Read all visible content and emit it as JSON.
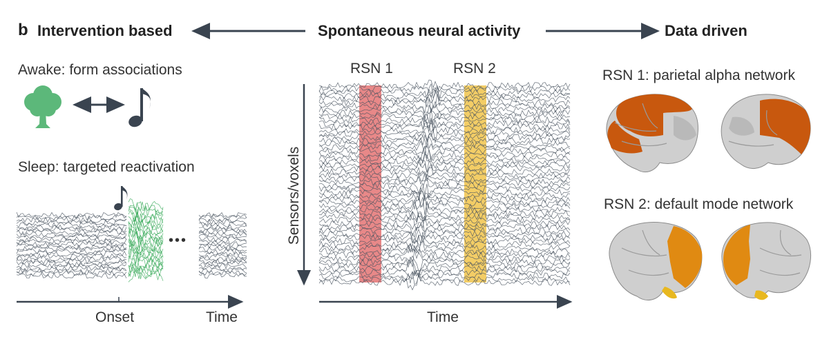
{
  "header": {
    "panel_letter": "b",
    "left_title": "Intervention based",
    "center_title": "Spontaneous neural activity",
    "right_title": "Data driven"
  },
  "left_panel": {
    "awake_label": "Awake: form associations",
    "sleep_label": "Sleep: targeted reactivation",
    "ellipsis": "•••",
    "axis_onset": "Onset",
    "axis_time": "Time",
    "icons": [
      "tree-icon",
      "double-arrow-icon",
      "music-note-icon"
    ]
  },
  "center_panel": {
    "rsn1_label": "RSN 1",
    "rsn2_label": "RSN 2",
    "y_axis_label": "Sensors/voxels",
    "x_axis_label": "Time"
  },
  "right_panel": {
    "rsn1_title": "RSN 1: parietal alpha network",
    "rsn2_title": "RSN 2: default mode network"
  },
  "colors": {
    "trace": "#4a5560",
    "green_trace": "#3aaa5a",
    "tree": "#5cb87a",
    "rsn1_band": "#e06060",
    "rsn2_band": "#f0c040",
    "parietal": "#c8580e",
    "dmn": "#e08a12",
    "brain": "#c8c8c8",
    "arrow": "#3a4450"
  }
}
